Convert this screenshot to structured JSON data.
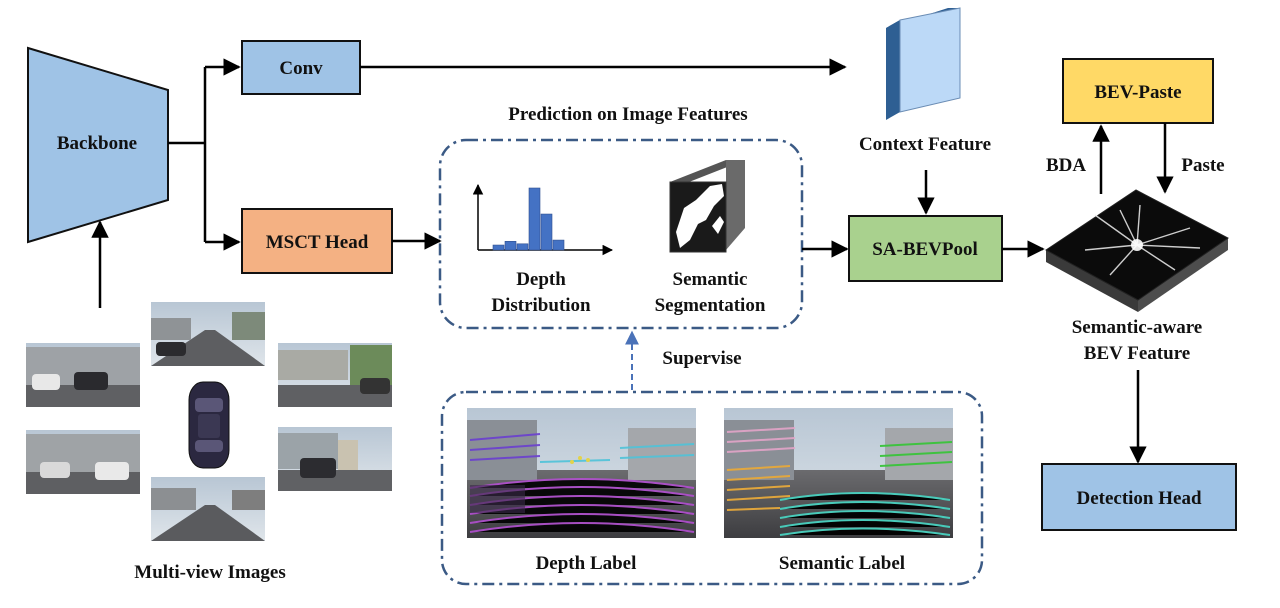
{
  "colors": {
    "backbone": "#9fc3e6",
    "conv": "#9fc3e6",
    "msct_head": "#f4b183",
    "sa_bevpool": "#a9d18e",
    "bev_paste": "#ffd966",
    "detection_head": "#9fc3e6",
    "context_feature_front": "#bcd9f7",
    "context_feature_side": "#2e5f93",
    "dashed_border": "#3b5a85",
    "bar_fill": "#4472c4",
    "supervise_arrow": "#4a72b8"
  },
  "blocks": {
    "backbone": "Backbone",
    "conv": "Conv",
    "msct_head": "MSCT Head",
    "sa_bevpool": "SA-BEVPool",
    "bev_paste": "BEV-Paste",
    "detection_head": "Detection Head"
  },
  "labels": {
    "prediction_title": "Prediction on Image Features",
    "context_feature": "Context Feature",
    "depth_distribution_line1": "Depth",
    "depth_distribution_line2": "Distribution",
    "semantic_segmentation_line1": "Semantic",
    "semantic_segmentation_line2": "Segmentation",
    "supervise": "Supervise",
    "depth_label": "Depth Label",
    "semantic_label": "Semantic Label",
    "multi_view_images": "Multi-view Images",
    "bda": "BDA",
    "paste": "Paste",
    "bev_feature_line1": "Semantic-aware",
    "bev_feature_line2": "BEV Feature"
  },
  "icons": {
    "histogram": "depth-histogram-icon",
    "segmentation": "segmentation-mask-icon",
    "car": "car-topview-icon",
    "bev_plane": "bev-feature-plane-icon",
    "context_cube": "context-feature-cube-icon"
  },
  "depth_histogram": {
    "values": [
      0.08,
      0.14,
      0.1,
      1.0,
      0.58,
      0.16
    ]
  }
}
